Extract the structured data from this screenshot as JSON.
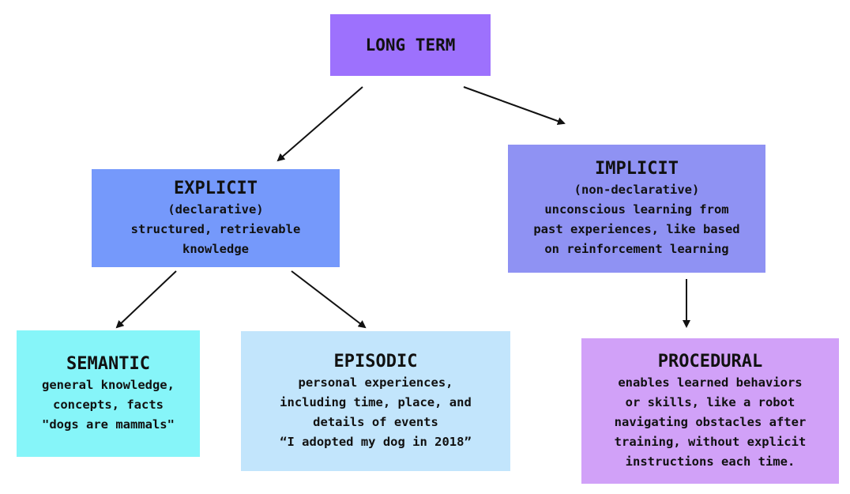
{
  "nodes": {
    "long_term": {
      "title": "LONG TERM"
    },
    "explicit": {
      "title": "EXPLICIT",
      "lines": [
        "(declarative)",
        "structured, retrievable",
        "knowledge"
      ]
    },
    "implicit": {
      "title": "IMPLICIT",
      "lines": [
        "(non-declarative)",
        "unconscious learning from",
        "past experiences, like based",
        "on reinforcement learning"
      ]
    },
    "semantic": {
      "title": "SEMANTIC",
      "lines": [
        "general knowledge,",
        "concepts, facts",
        "\"dogs are mammals\""
      ]
    },
    "episodic": {
      "title": "EPISODIC",
      "lines": [
        "personal experiences,",
        "including time, place, and",
        "details of events",
        "“I adopted my dog in 2018”"
      ]
    },
    "procedural": {
      "title": "PROCEDURAL",
      "lines": [
        "enables learned behaviors",
        "or skills, like a robot",
        "navigating obstacles after",
        "training, without explicit",
        "instructions each time."
      ]
    }
  },
  "colors": {
    "long_term": "#9d71fd",
    "explicit": "#7599fb",
    "implicit": "#8f92f3",
    "semantic": "#86f5f9",
    "episodic": "#c2e5fc",
    "procedural": "#d1a1f8",
    "arrow": "#111111"
  }
}
